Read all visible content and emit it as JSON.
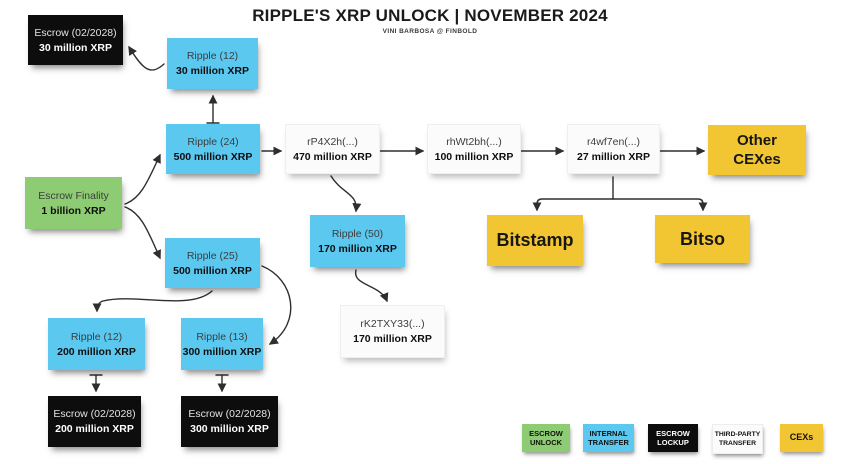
{
  "header": {
    "title": "RIPPLE'S XRP UNLOCK | NOVEMBER 2024",
    "subtitle": "VINI BARBOSA @ FINBOLD"
  },
  "colors": {
    "escrow_unlock_green": "#8dcc72",
    "internal_transfer_blue": "#5bc8f0",
    "escrow_lockup_black": "#0d0d0d",
    "third_party_white": "#fbfbfb",
    "cex_yellow": "#f2c532",
    "arrow": "#2e2e2e",
    "background": "#ffffff"
  },
  "nodes": {
    "escrow_30m": {
      "line1": "Escrow (02/2028)",
      "line2": "30 million XRP",
      "type": "escrow-lockup"
    },
    "ripple_12_30m": {
      "line1": "Ripple (12)",
      "line2": "30 million XRP",
      "type": "internal-transfer"
    },
    "ripple_24": {
      "line1": "Ripple (24)",
      "line2": "500 million XRP",
      "type": "internal-transfer"
    },
    "rp4x2h": {
      "line1": "rP4X2h(...)",
      "line2": "470 million XRP",
      "type": "third-party-transfer"
    },
    "rhwt2bh": {
      "line1": "rhWt2bh(...)",
      "line2": "100 million XRP",
      "type": "third-party-transfer"
    },
    "r4wf7en": {
      "line1": "r4wf7en(...)",
      "line2": "27 million XRP",
      "type": "third-party-transfer"
    },
    "other_cexes": {
      "line1": "Other",
      "line2": "CEXes",
      "type": "cex"
    },
    "escrow_finality": {
      "line1": "Escrow Finality",
      "line2": "1 billion XRP",
      "type": "escrow-unlock"
    },
    "ripple_50": {
      "line1": "Ripple (50)",
      "line2": "170 million XRP",
      "type": "internal-transfer"
    },
    "bitstamp": {
      "line2": "Bitstamp",
      "type": "cex"
    },
    "bitso": {
      "line2": "Bitso",
      "type": "cex"
    },
    "ripple_25": {
      "line1": "Ripple (25)",
      "line2": "500 million XRP",
      "type": "internal-transfer"
    },
    "rk2txy33": {
      "line1": "rK2TXY33(...)",
      "line2": "170 million XRP",
      "type": "third-party-transfer"
    },
    "ripple_12_200m": {
      "line1": "Ripple (12)",
      "line2": "200 million XRP",
      "type": "internal-transfer"
    },
    "ripple_13_300m": {
      "line1": "Ripple (13)",
      "line2": "300 million XRP",
      "type": "internal-transfer"
    },
    "escrow_200m": {
      "line1": "Escrow (02/2028)",
      "line2": "200 million XRP",
      "type": "escrow-lockup"
    },
    "escrow_300m": {
      "line1": "Escrow (02/2028)",
      "line2": "300 million XRP",
      "type": "escrow-lockup"
    }
  },
  "edges": [
    {
      "from": "ripple_12_30m",
      "to": "escrow_30m"
    },
    {
      "from": "ripple_24",
      "to": "ripple_12_30m"
    },
    {
      "from": "escrow_finality",
      "to": "ripple_24"
    },
    {
      "from": "escrow_finality",
      "to": "ripple_25"
    },
    {
      "from": "ripple_24",
      "to": "rp4x2h"
    },
    {
      "from": "rp4x2h",
      "to": "rhwt2bh"
    },
    {
      "from": "rhwt2bh",
      "to": "r4wf7en"
    },
    {
      "from": "r4wf7en",
      "to": "other_cexes"
    },
    {
      "from": "rp4x2h",
      "to": "ripple_50"
    },
    {
      "from": "ripple_50",
      "to": "rk2txy33"
    },
    {
      "from": "r4wf7en",
      "to": "bitstamp"
    },
    {
      "from": "r4wf7en",
      "to": "bitso"
    },
    {
      "from": "ripple_25",
      "to": "ripple_12_200m"
    },
    {
      "from": "ripple_25",
      "to": "ripple_13_300m"
    },
    {
      "from": "ripple_12_200m",
      "to": "escrow_200m"
    },
    {
      "from": "ripple_13_300m",
      "to": "escrow_300m"
    }
  ],
  "legend": {
    "escrow_unlock": {
      "line1": "ESCROW",
      "line2": "UNLOCK"
    },
    "internal_transfer": {
      "line1": "INTERNAL",
      "line2": "TRANSFER"
    },
    "escrow_lockup": {
      "line1": "ESCROW",
      "line2": "LOCKUP"
    },
    "third_party": {
      "line1": "THIRD-PARTY",
      "line2": "TRANSFER"
    },
    "cexs": {
      "line1": "CEXs"
    }
  }
}
